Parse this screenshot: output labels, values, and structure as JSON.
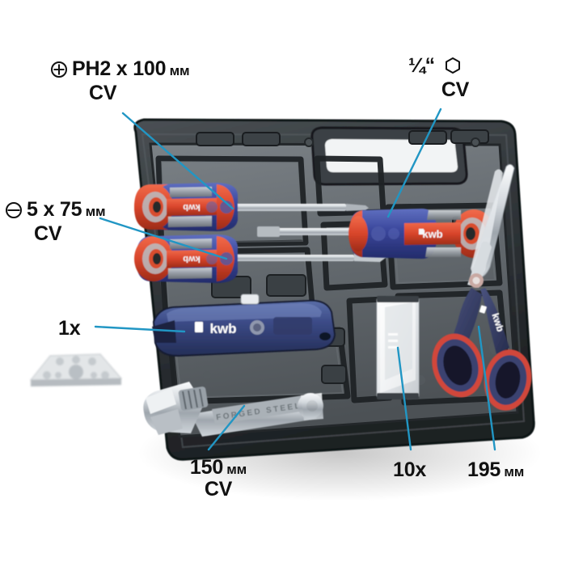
{
  "product": {
    "brand": "kwb",
    "case_type": "blow-moulded tool case",
    "wrench_stamp": "FORGED STEEL"
  },
  "colors": {
    "leader_line": "#2196c4",
    "label_text": "#111111",
    "handle_blue": "#3b4a9e",
    "handle_red": "#d8452b",
    "handle_grey": "#9aa0a6",
    "case_dark": "#2b2f33",
    "case_grey": "#6f7579",
    "metal": "#c9ced3",
    "blade_white": "#e8eaec",
    "scissor_navy": "#38406f",
    "scissor_red": "#d1473a",
    "background": "#ffffff"
  },
  "annotations": [
    {
      "id": "ph2",
      "icon": "phillips-head-icon",
      "value": "PH2 x 100",
      "unit": "мм",
      "material": "CV",
      "target": "phillips-screwdriver"
    },
    {
      "id": "hex",
      "icon": "hex-bit-icon",
      "value": "¼“",
      "unit": "",
      "material": "CV",
      "target": "bit-holder-screwdriver"
    },
    {
      "id": "flat",
      "icon": "flat-head-icon",
      "value": "5 x 75",
      "unit": "мм",
      "material": "CV",
      "target": "flathead-screwdriver"
    },
    {
      "id": "knife",
      "icon": "",
      "value": "1x",
      "unit": "",
      "material": "",
      "target": "utility-knife"
    },
    {
      "id": "wrench",
      "icon": "",
      "value": "150",
      "unit": "мм",
      "material": "CV",
      "target": "adjustable-wrench"
    },
    {
      "id": "blades",
      "icon": "",
      "value": "10x",
      "unit": "",
      "material": "",
      "target": "spare-blade-box"
    },
    {
      "id": "scissors",
      "icon": "",
      "value": "195",
      "unit": "мм",
      "material": "",
      "target": "scissors"
    }
  ],
  "labels": {
    "ph2": {
      "value": "PH2 x 100",
      "unit": "мм",
      "cv": "CV"
    },
    "hex": {
      "value": "¼“",
      "unit": "",
      "cv": "CV"
    },
    "flat": {
      "value": "5 x 75",
      "unit": "мм",
      "cv": "CV"
    },
    "knife": {
      "value": "1x"
    },
    "wrench": {
      "value": "150",
      "unit": "мм",
      "cv": "CV"
    },
    "blades": {
      "value": "10x"
    },
    "scissors": {
      "value": "195",
      "unit": "мм"
    }
  },
  "tools": [
    {
      "name": "phillips-screwdriver",
      "brand": "kwb"
    },
    {
      "name": "flathead-screwdriver",
      "brand": "kwb"
    },
    {
      "name": "bit-holder-screwdriver",
      "brand": "kwb"
    },
    {
      "name": "utility-knife",
      "brand": "kwb"
    },
    {
      "name": "adjustable-wrench",
      "brand": "FORGED STEEL"
    },
    {
      "name": "scissors",
      "brand": "kwb"
    },
    {
      "name": "spare-blade-box",
      "brand": ""
    },
    {
      "name": "loose-trapezoid-blade",
      "brand": ""
    }
  ]
}
